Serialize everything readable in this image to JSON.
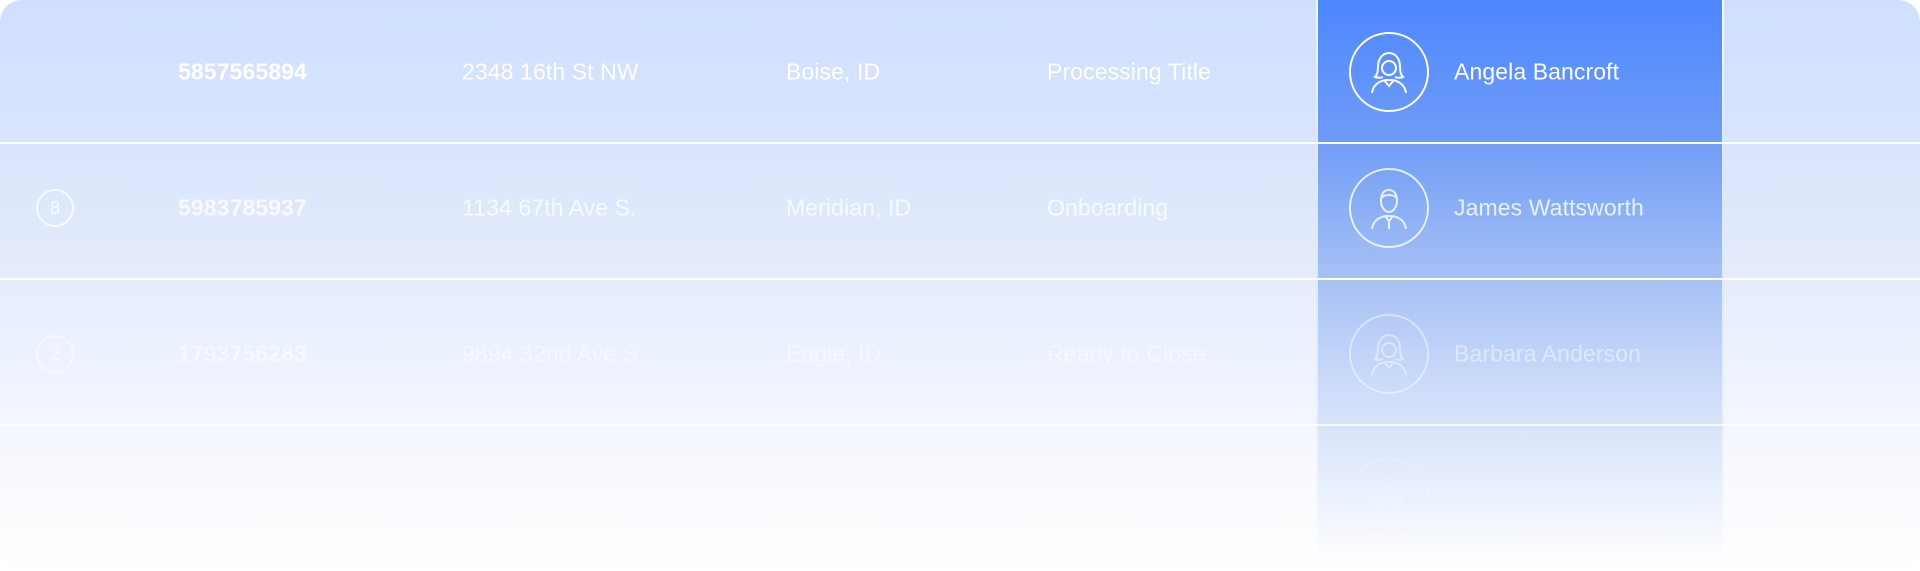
{
  "table": {
    "rows": [
      {
        "phone": "5857565894",
        "address": "2348 16th St NW",
        "city": "Boise, ID",
        "status": "Processing Title",
        "agent": "Angela Bancroft",
        "agent_avatar_icon": "female-user-icon"
      },
      {
        "row_icon": "8",
        "phone": "5983785937",
        "address": "1134 67th Ave S.",
        "city": "Meridian, ID",
        "status": "Onboarding",
        "agent": "James Wattsworth",
        "agent_avatar_icon": "male-user-icon"
      },
      {
        "row_icon": "2",
        "phone": "1793756283",
        "address": "9894 32nd Ave S.",
        "city": "Eagle, ID",
        "status": "Ready to Close",
        "agent": "Barbara Anderson",
        "agent_avatar_icon": "female-user-icon"
      },
      {
        "agent_avatar_icon": "female-user-icon"
      }
    ]
  },
  "colors": {
    "accent": "#4d87ff",
    "text": "#ffffff",
    "background_top": "#cfdfff"
  }
}
